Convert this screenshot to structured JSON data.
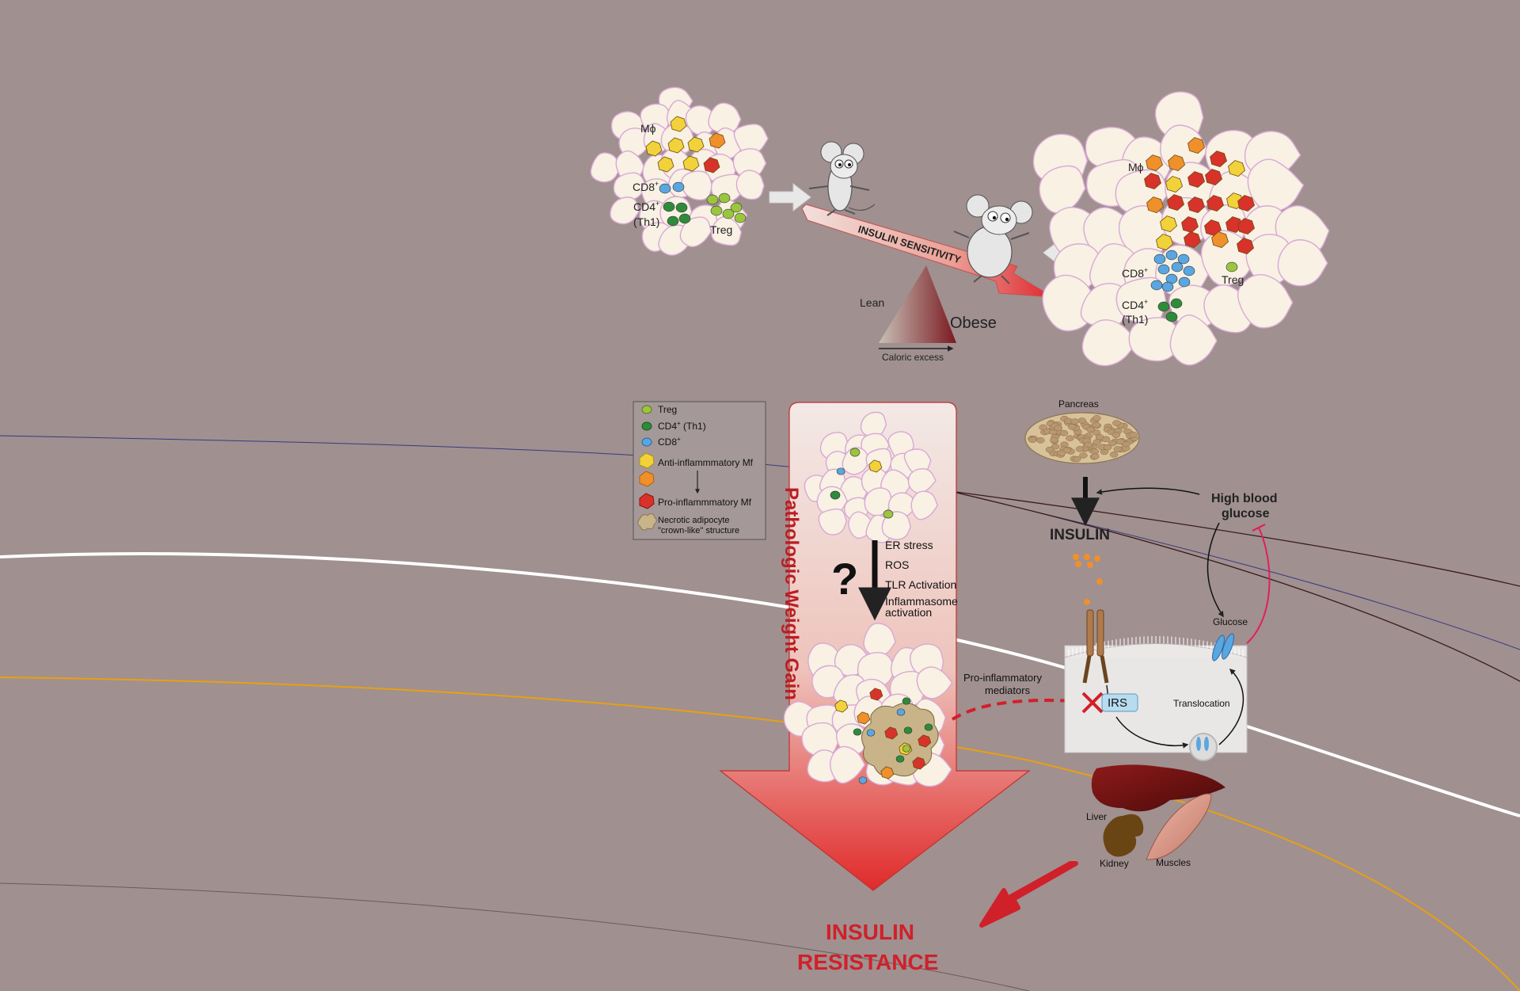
{
  "top": {
    "lean_cells": {
      "mf": "Mϕ",
      "cd8": "CD8",
      "cd8_sup": "+",
      "cd4": "CD4",
      "cd4_sup": "+",
      "th1": "(Th1)",
      "treg": "Treg"
    },
    "obese_cells": {
      "mf": "Mϕ",
      "cd8": "CD8",
      "cd8_sup": "+",
      "cd4": "CD4",
      "cd4_sup": "+",
      "th1": "(Th1)",
      "treg": "Treg"
    },
    "seesaw": {
      "beam_label": "INSULIN SENSITIVITY",
      "lean": "Lean",
      "obese": "Obese",
      "caloric": "Caloric excess"
    }
  },
  "legend": {
    "items": [
      {
        "label": "Treg",
        "color": "#9bc53d"
      },
      {
        "label": "CD4",
        "sup": "+",
        "suffix": " (Th1)",
        "color": "#2e8b3a"
      },
      {
        "label": "CD8",
        "sup": "+",
        "color": "#5aa6e0"
      },
      {
        "label": "Anti-inflammmatory Mf",
        "color": "#f2d23a"
      },
      {
        "label": "Pro-inflammmatory Mf",
        "color": "#d8332a"
      },
      {
        "label": "Necrotic adipocyte",
        "label2": "\"crown-like\" structure",
        "color": "#c9b48a"
      }
    ],
    "mid_color": "#f0902a"
  },
  "middle": {
    "weight_gain": "Pathologic Weight Gain",
    "question": "?",
    "mechanisms": [
      "ER stress",
      "ROS",
      "TLR Activation",
      "Inflammasome",
      "activation"
    ],
    "mediators": [
      "Pro-inflammatory",
      "mediators"
    ]
  },
  "right": {
    "pancreas": "Pancreas",
    "insulin": "INSULIN",
    "high_glucose": [
      "High blood",
      "glucose"
    ],
    "glucose": "Glucose",
    "irs": "IRS",
    "translocation": "Translocation",
    "liver": "Liver",
    "kidney": "Kidney",
    "muscles": "Muscles"
  },
  "outcome": [
    "INSULIN",
    "RESISTANCE"
  ],
  "colors": {
    "background": "#a09090",
    "red": "#d0202a",
    "dark_red": "#b81f24",
    "cell": "#f8f1e4",
    "cell_border": "#d9a8d6"
  }
}
